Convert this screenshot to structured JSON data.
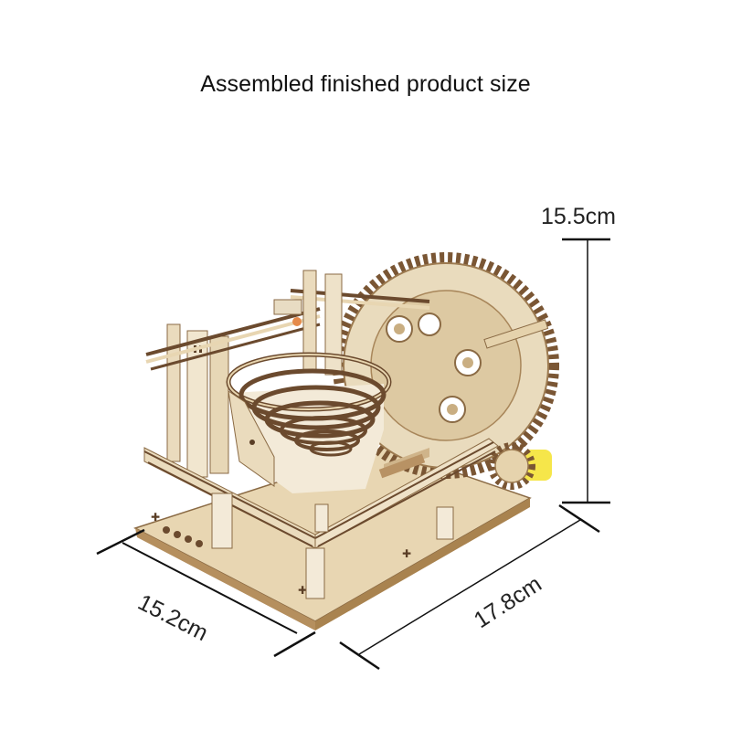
{
  "title": "Assembled finished product size",
  "product": {
    "name": "wooden-marble-run-kit",
    "colors": {
      "wood_light": "#efe2c8",
      "wood_mid": "#e2cfa9",
      "wood_shadow": "#c9ae82",
      "edge_dark": "#6b4a2e",
      "motor_yellow": "#f6e64a"
    }
  },
  "dimensions": {
    "height": "15.5cm",
    "depth": "15.2cm",
    "width": "17.8cm",
    "line_color": "#111111"
  }
}
